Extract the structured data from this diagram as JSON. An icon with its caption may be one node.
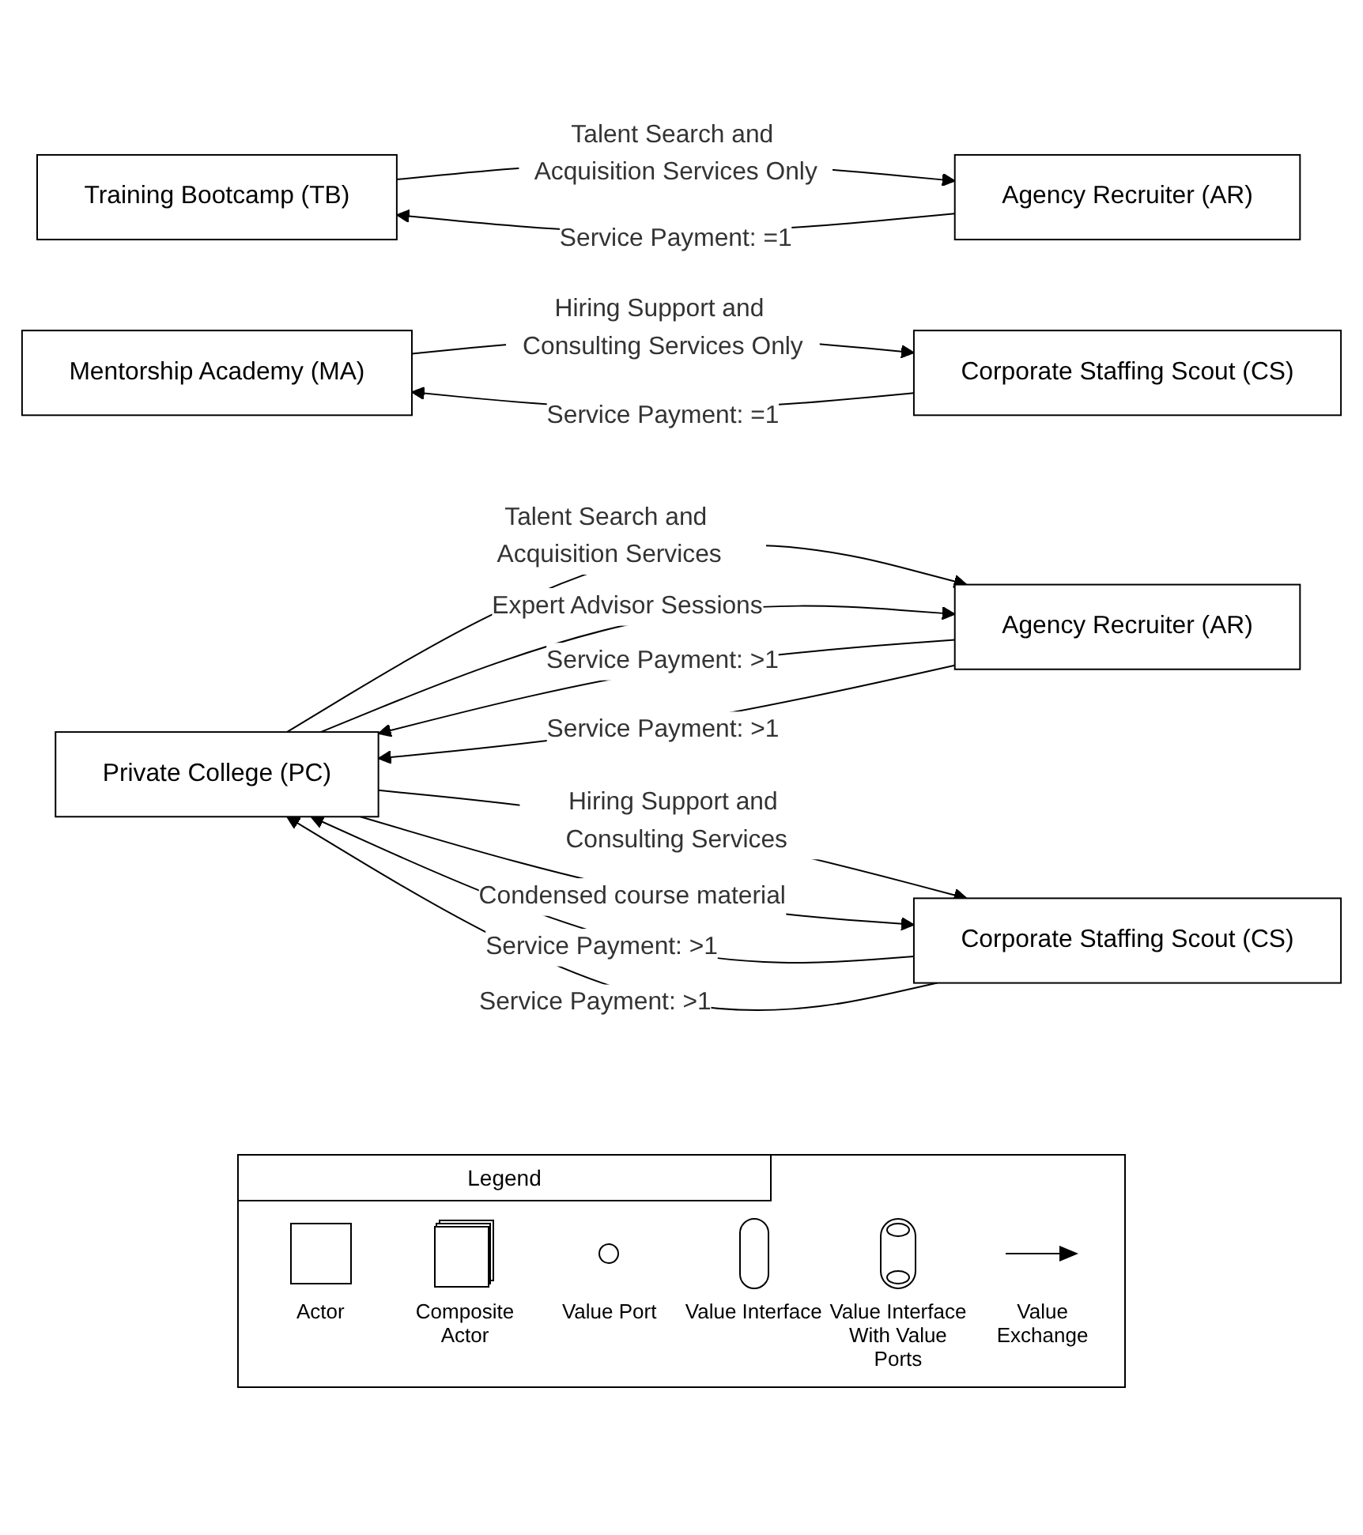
{
  "diagram": {
    "nodes": [
      {
        "text": [
          "Training Bootcamp (TB)"
        ]
      },
      {
        "text": [
          "Agency Recruiter (AR)"
        ]
      },
      {
        "text": [
          "Mentorship Academy (MA)"
        ]
      },
      {
        "text": [
          "Corporate Staffing Scout (CS)"
        ]
      },
      {
        "text": [
          "Private College (PC)"
        ]
      },
      {
        "text": [
          "Agency Recruiter (AR)"
        ]
      },
      {
        "text": [
          "Corporate Staffing Scout (CS)"
        ]
      }
    ],
    "edges": [
      {
        "from": 0,
        "to": 1,
        "arrow": "to",
        "label": "Talent Search and Acquisition Services Only"
      },
      {
        "from": 1,
        "to": 0,
        "arrow": "to",
        "label": "Service Payment: =1"
      },
      {
        "from": 2,
        "to": 3,
        "arrow": "to",
        "label": "Hiring Support and Consulting Services Only"
      },
      {
        "from": 3,
        "to": 2,
        "arrow": "to",
        "label": "Service Payment: =1"
      },
      {
        "from": 4,
        "to": 5,
        "arrow": "to",
        "label": "Talent Search and Acquisition Services"
      },
      {
        "from": 5,
        "to": 4,
        "arrow": "to",
        "label": "Service Payment: >1"
      },
      {
        "from": 4,
        "to": 5,
        "arrow": "to",
        "label": "Expert Advisor Sessions"
      },
      {
        "from": 5,
        "to": 4,
        "arrow": "to",
        "label": "Service Payment: >1"
      },
      {
        "from": 4,
        "to": 6,
        "arrow": "to",
        "label": "Hiring Support and Consulting Services"
      },
      {
        "from": 6,
        "to": 4,
        "arrow": "to",
        "label": "Service Payment: >1"
      },
      {
        "from": 4,
        "to": 6,
        "arrow": "to",
        "label": "Condensed course material"
      },
      {
        "from": 6,
        "to": 4,
        "arrow": "to",
        "label": "Service Payment: >1"
      }
    ],
    "labels": [
      "Legend"
    ],
    "legend": [
      {
        "text": "Actor"
      },
      {
        "text": "Composite Actor"
      },
      {
        "text": "Value Port"
      },
      {
        "text": "Value Interface"
      },
      {
        "text": "Value Interface With Value Ports"
      },
      {
        "text": "Value Exchange"
      }
    ]
  }
}
